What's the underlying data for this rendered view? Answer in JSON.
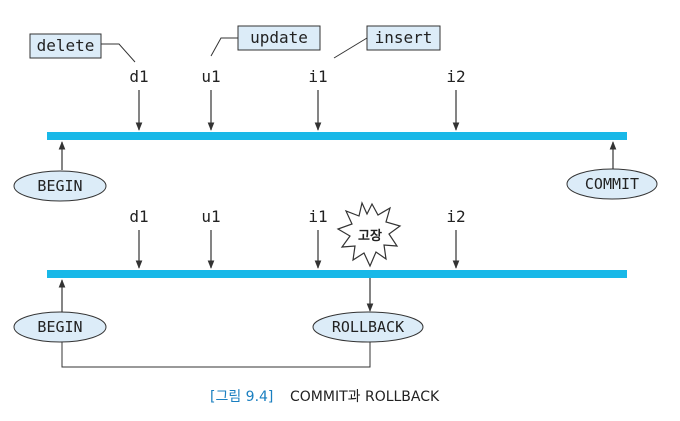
{
  "colors": {
    "timeline": "#18b8e8",
    "box_fill": "#dcecf8",
    "ellipse_fill": "#dcecf8",
    "caption_accent": "#1a7fc0",
    "stroke": "#333333"
  },
  "top": {
    "callouts": {
      "delete": "delete",
      "update": "update",
      "insert": "insert"
    },
    "ops": [
      "d1",
      "u1",
      "i1",
      "i2"
    ],
    "begin": "BEGIN",
    "commit": "COMMIT"
  },
  "bottom": {
    "ops": [
      "d1",
      "u1",
      "i1",
      "i2"
    ],
    "failure": "고장",
    "begin": "BEGIN",
    "rollback": "ROLLBACK"
  },
  "caption": {
    "tag": "[그림 9.4]",
    "text": "COMMIT과 ROLLBACK"
  }
}
